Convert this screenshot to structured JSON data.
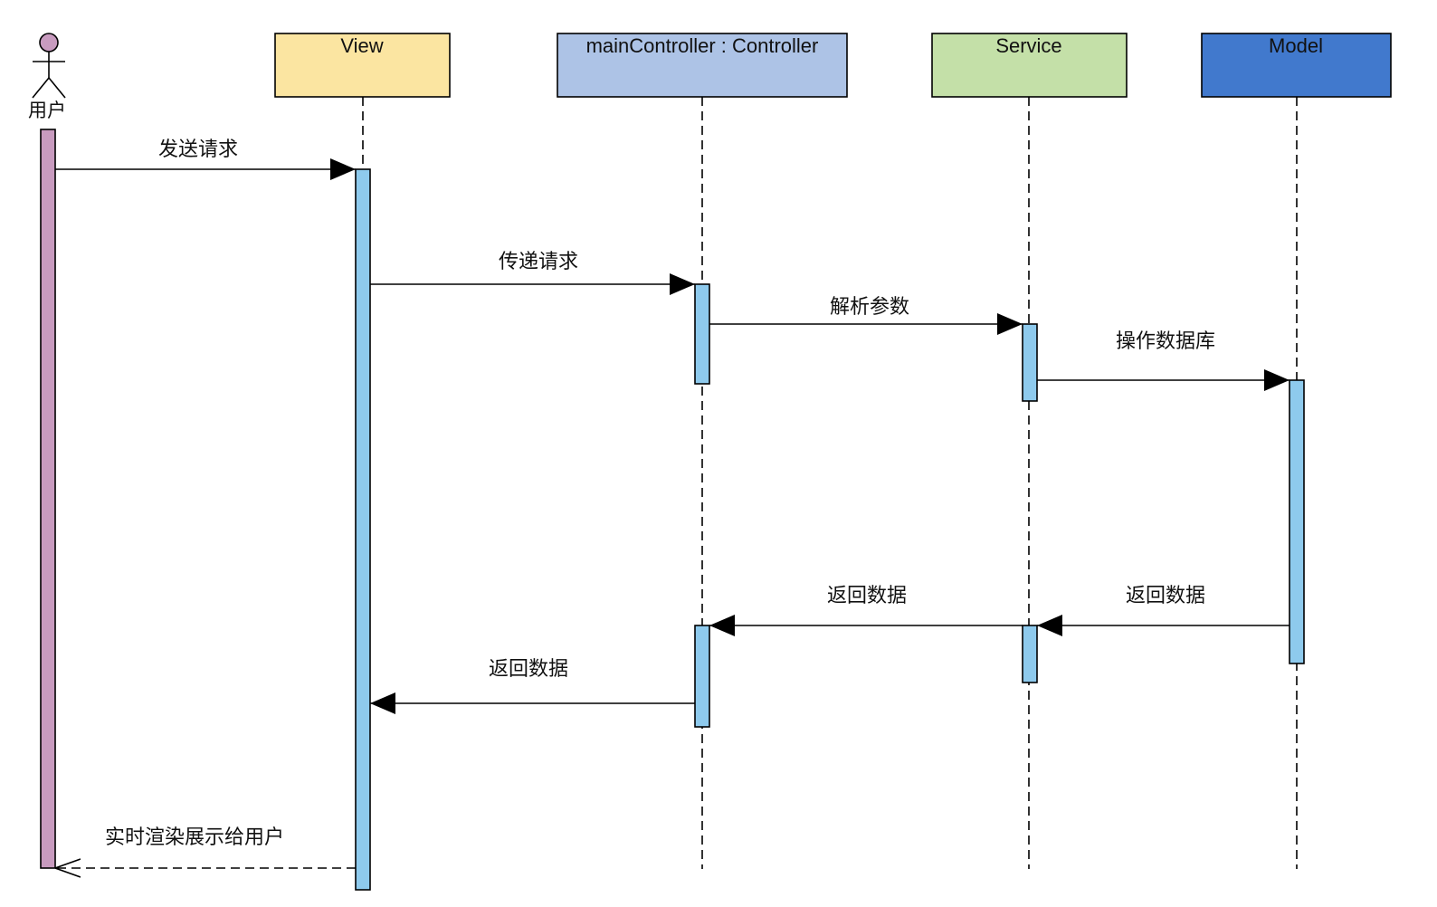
{
  "diagram": {
    "type": "sequence",
    "actor": {
      "label": "用户",
      "head_color": "#c89bbf",
      "activation_color": "#c89bbf"
    },
    "participants": [
      {
        "id": "view",
        "label": "View",
        "fill": "#fbe5a1"
      },
      {
        "id": "controller",
        "label": "mainController : Controller",
        "fill": "#adc3e6"
      },
      {
        "id": "service",
        "label": "Service",
        "fill": "#c4e0a8"
      },
      {
        "id": "model",
        "label": "Model",
        "fill": "#4179cd"
      }
    ],
    "activation_color": "#8ecaed",
    "messages": [
      {
        "from": "用户",
        "to": "View",
        "label": "发送请求",
        "kind": "sync"
      },
      {
        "from": "View",
        "to": "mainController : Controller",
        "label": "传递请求",
        "kind": "sync"
      },
      {
        "from": "mainController : Controller",
        "to": "Service",
        "label": "解析参数",
        "kind": "sync"
      },
      {
        "from": "Service",
        "to": "Model",
        "label": "操作数据库",
        "kind": "sync"
      },
      {
        "from": "Model",
        "to": "Service",
        "label": "返回数据",
        "kind": "sync"
      },
      {
        "from": "Service",
        "to": "mainController : Controller",
        "label": "返回数据",
        "kind": "sync"
      },
      {
        "from": "mainController : Controller",
        "to": "View",
        "label": "返回数据",
        "kind": "sync"
      },
      {
        "from": "View",
        "to": "用户",
        "label": "实时渲染展示给用户",
        "kind": "reply"
      }
    ]
  }
}
